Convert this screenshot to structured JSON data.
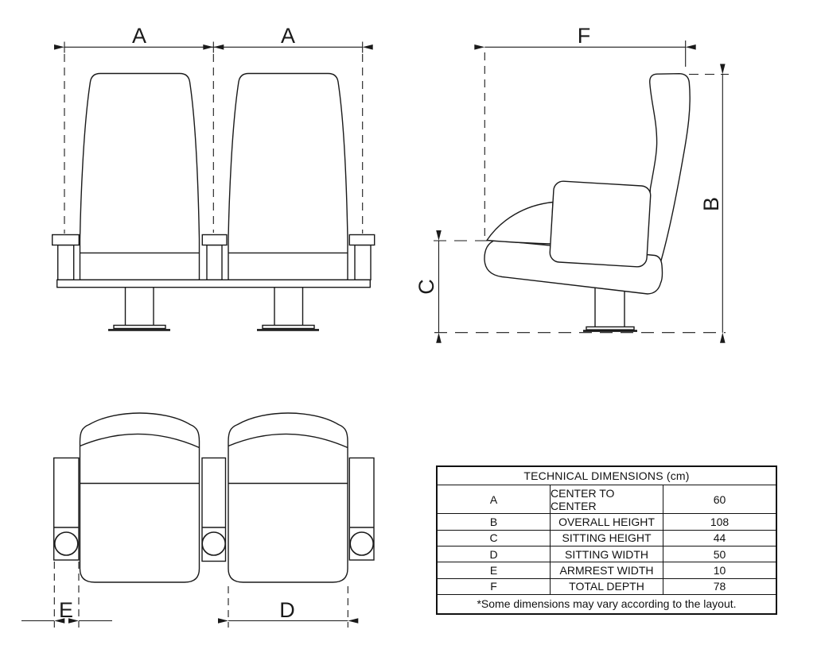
{
  "drawing": {
    "views": {
      "front": {
        "label_a1": "A",
        "label_a2": "A"
      },
      "side": {
        "label_f": "F",
        "label_b": "B",
        "label_c": "C"
      },
      "top": {
        "label_e": "E",
        "label_d": "D"
      }
    }
  },
  "table": {
    "title": "TECHNICAL DIMENSIONS (cm)",
    "rows": [
      {
        "letter": "A",
        "name": "CENTER TO CENTER",
        "value": "60"
      },
      {
        "letter": "B",
        "name": "OVERALL HEIGHT",
        "value": "108"
      },
      {
        "letter": "C",
        "name": "SITTING HEIGHT",
        "value": "44"
      },
      {
        "letter": "D",
        "name": "SITTING WIDTH",
        "value": "50"
      },
      {
        "letter": "E",
        "name": "ARMREST WIDTH",
        "value": "10"
      },
      {
        "letter": "F",
        "name": "TOTAL DEPTH",
        "value": "78"
      }
    ],
    "footnote": "*Some dimensions may vary according to the layout."
  },
  "colors": {
    "line": "#1a1a1a",
    "background": "#ffffff"
  }
}
